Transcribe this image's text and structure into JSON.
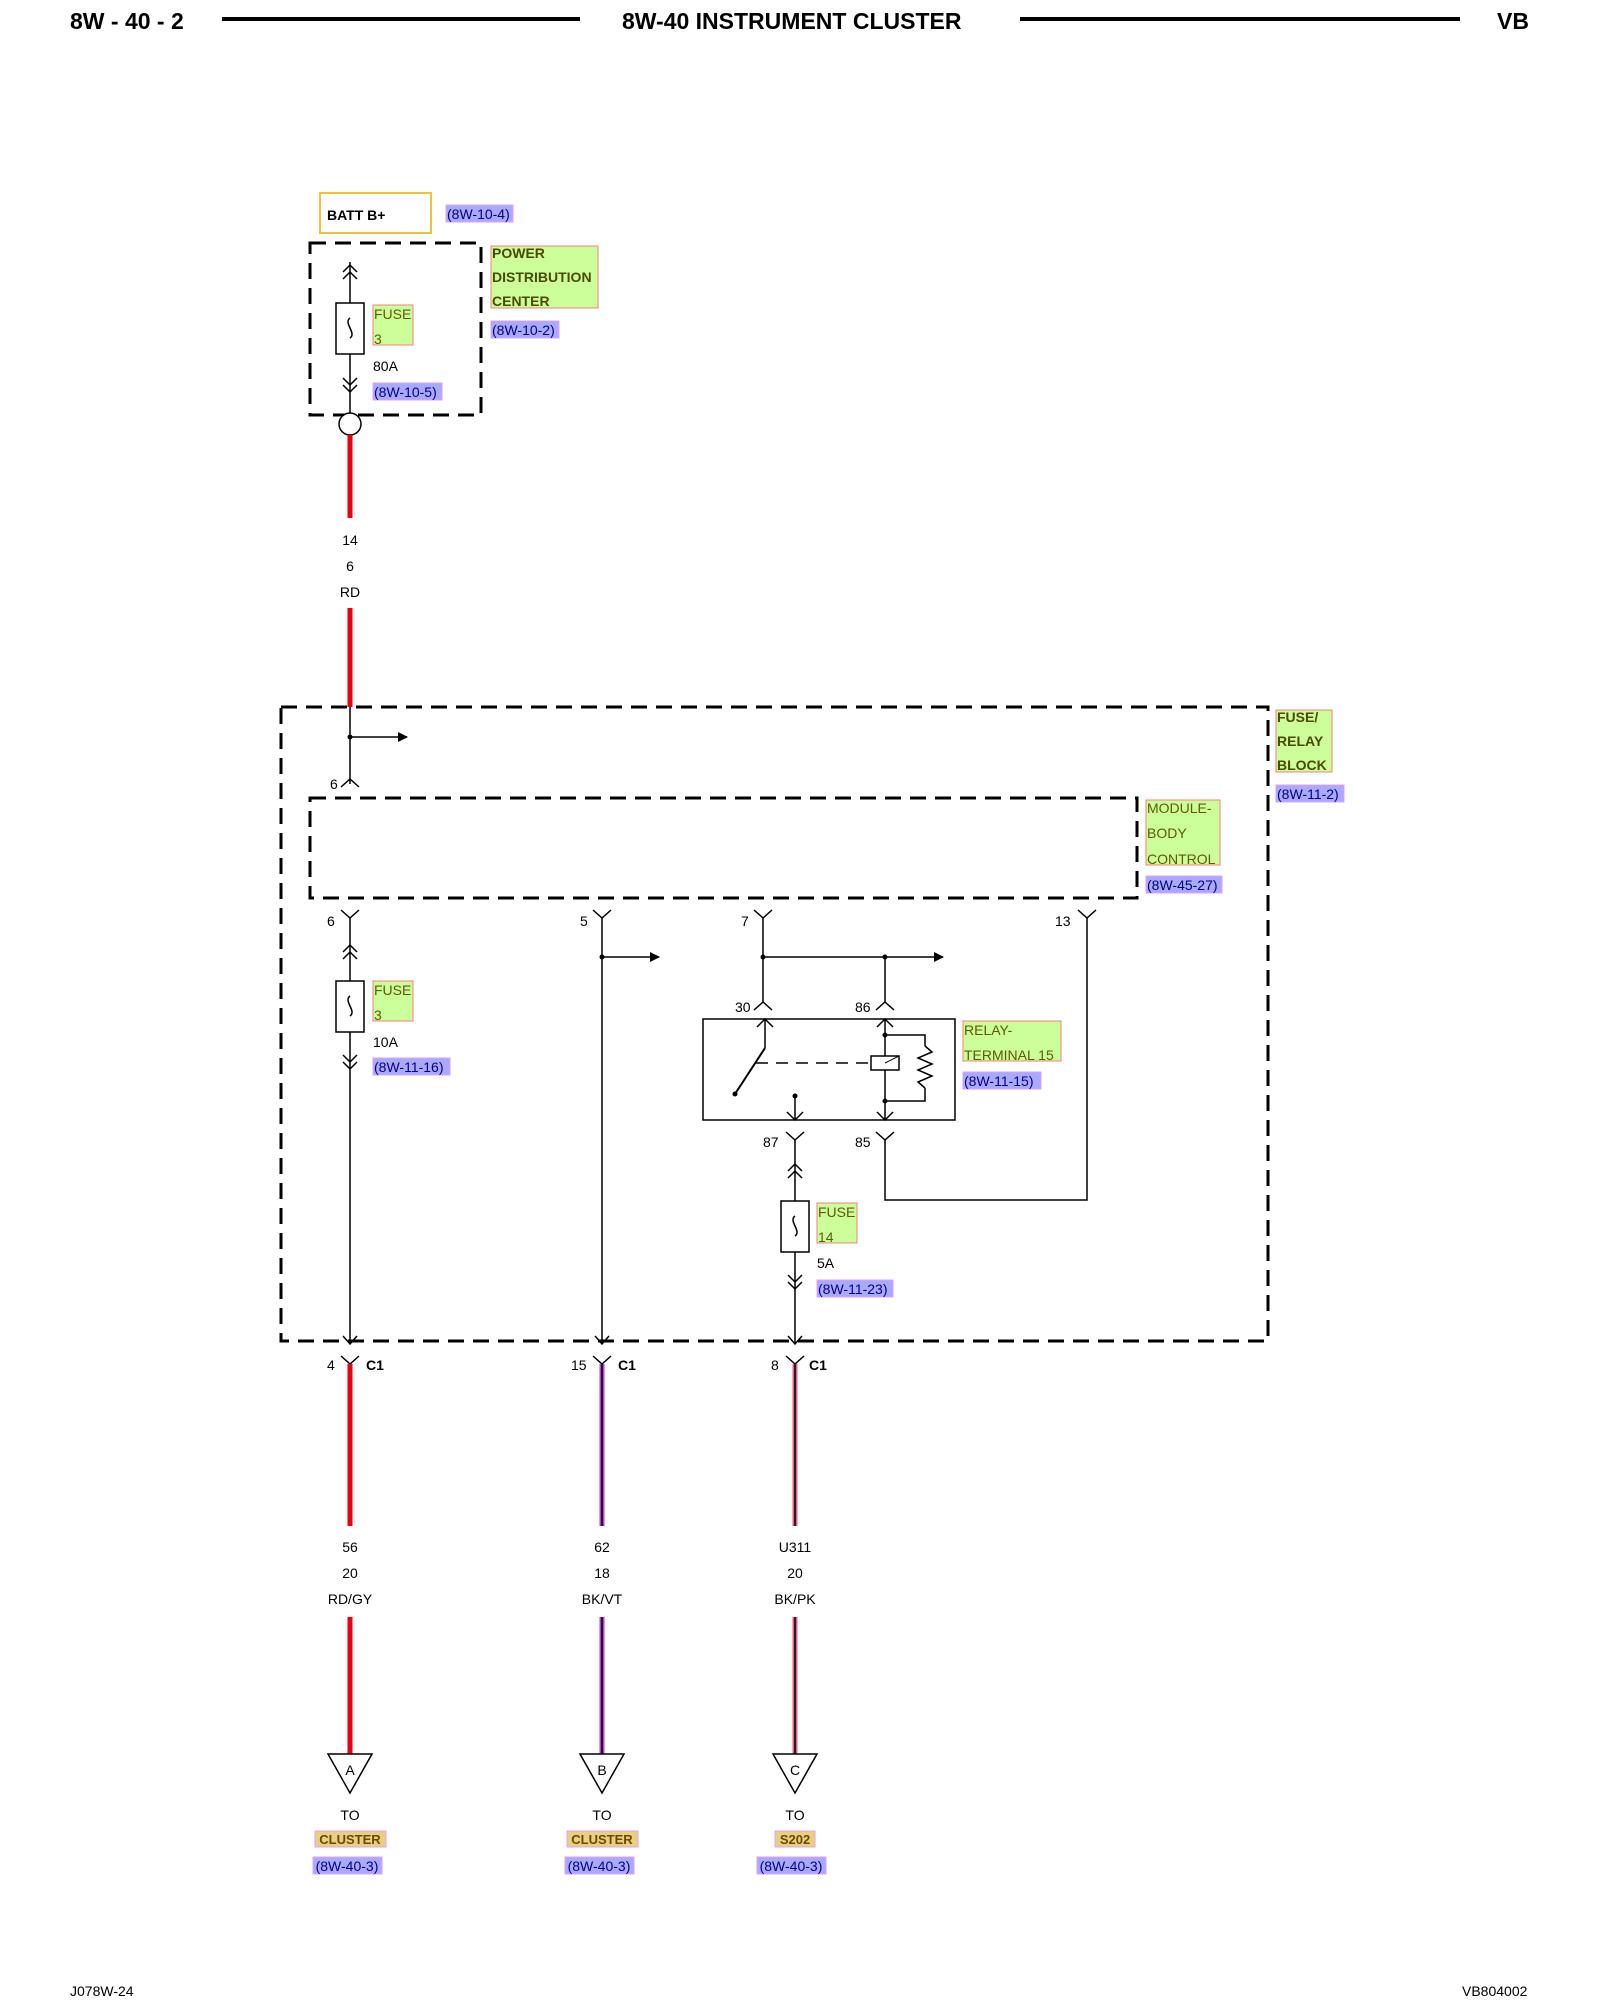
{
  "header": {
    "left": "8W - 40 - 2",
    "title": "8W-40 INSTRUMENT CLUSTER",
    "right": "VB"
  },
  "footer": {
    "left": "J078W-24",
    "right": "VB804002"
  },
  "batt": {
    "label": "BATT B+",
    "ref": "(8W-10-4)"
  },
  "pdc": {
    "line1": "POWER",
    "line2": "DISTRIBUTION",
    "line3": "CENTER",
    "ref": "(8W-10-2)"
  },
  "fuse_pdc": {
    "l1": "FUSE",
    "l2": "3",
    "amps": "80A",
    "ref": "(8W-10-5)"
  },
  "feed_wire": {
    "circuit": "14",
    "gauge": "6",
    "color": "RD"
  },
  "frb": {
    "line1": "FUSE/",
    "line2": "RELAY",
    "line3": "BLOCK",
    "ref": "(8W-11-2)"
  },
  "bcm": {
    "line1": "MODULE-",
    "line2": "BODY",
    "line3": "CONTROL",
    "ref": "(8W-45-27)"
  },
  "pins": {
    "in6": "6",
    "p6": "6",
    "p5": "5",
    "p7": "7",
    "p13": "13",
    "p30": "30",
    "p86": "86",
    "p87": "87",
    "p85": "85"
  },
  "fuse_frb": {
    "l1": "FUSE",
    "l2": "3",
    "amps": "10A",
    "ref": "(8W-11-16)"
  },
  "relay": {
    "line1": "RELAY-",
    "line2": "TERMINAL 15",
    "ref": "(8W-11-15)"
  },
  "fuse14": {
    "l1": "FUSE",
    "l2": "14",
    "amps": "5A",
    "ref": "(8W-11-23)"
  },
  "connectors": [
    {
      "pin": "4",
      "name": "C1"
    },
    {
      "pin": "15",
      "name": "C1"
    },
    {
      "pin": "8",
      "name": "C1"
    }
  ],
  "wires": [
    {
      "circuit": "56",
      "gauge": "20",
      "color": "RD/GY"
    },
    {
      "circuit": "62",
      "gauge": "18",
      "color": "BK/VT"
    },
    {
      "circuit": "U311",
      "gauge": "20",
      "color": "BK/PK"
    }
  ],
  "destinations": [
    {
      "letter": "A",
      "to": "TO",
      "name": "CLUSTER",
      "ref": "(8W-40-3)"
    },
    {
      "letter": "B",
      "to": "TO",
      "name": "CLUSTER",
      "ref": "(8W-40-3)"
    },
    {
      "letter": "C",
      "to": "TO",
      "name": "S202",
      "ref": "(8W-40-3)"
    }
  ],
  "colors": {
    "red": "#e8000e",
    "violet": "#b040d0",
    "pink": "#e06080",
    "label_bg": "#ccff99",
    "ref_bg": "#a9a9ff"
  }
}
